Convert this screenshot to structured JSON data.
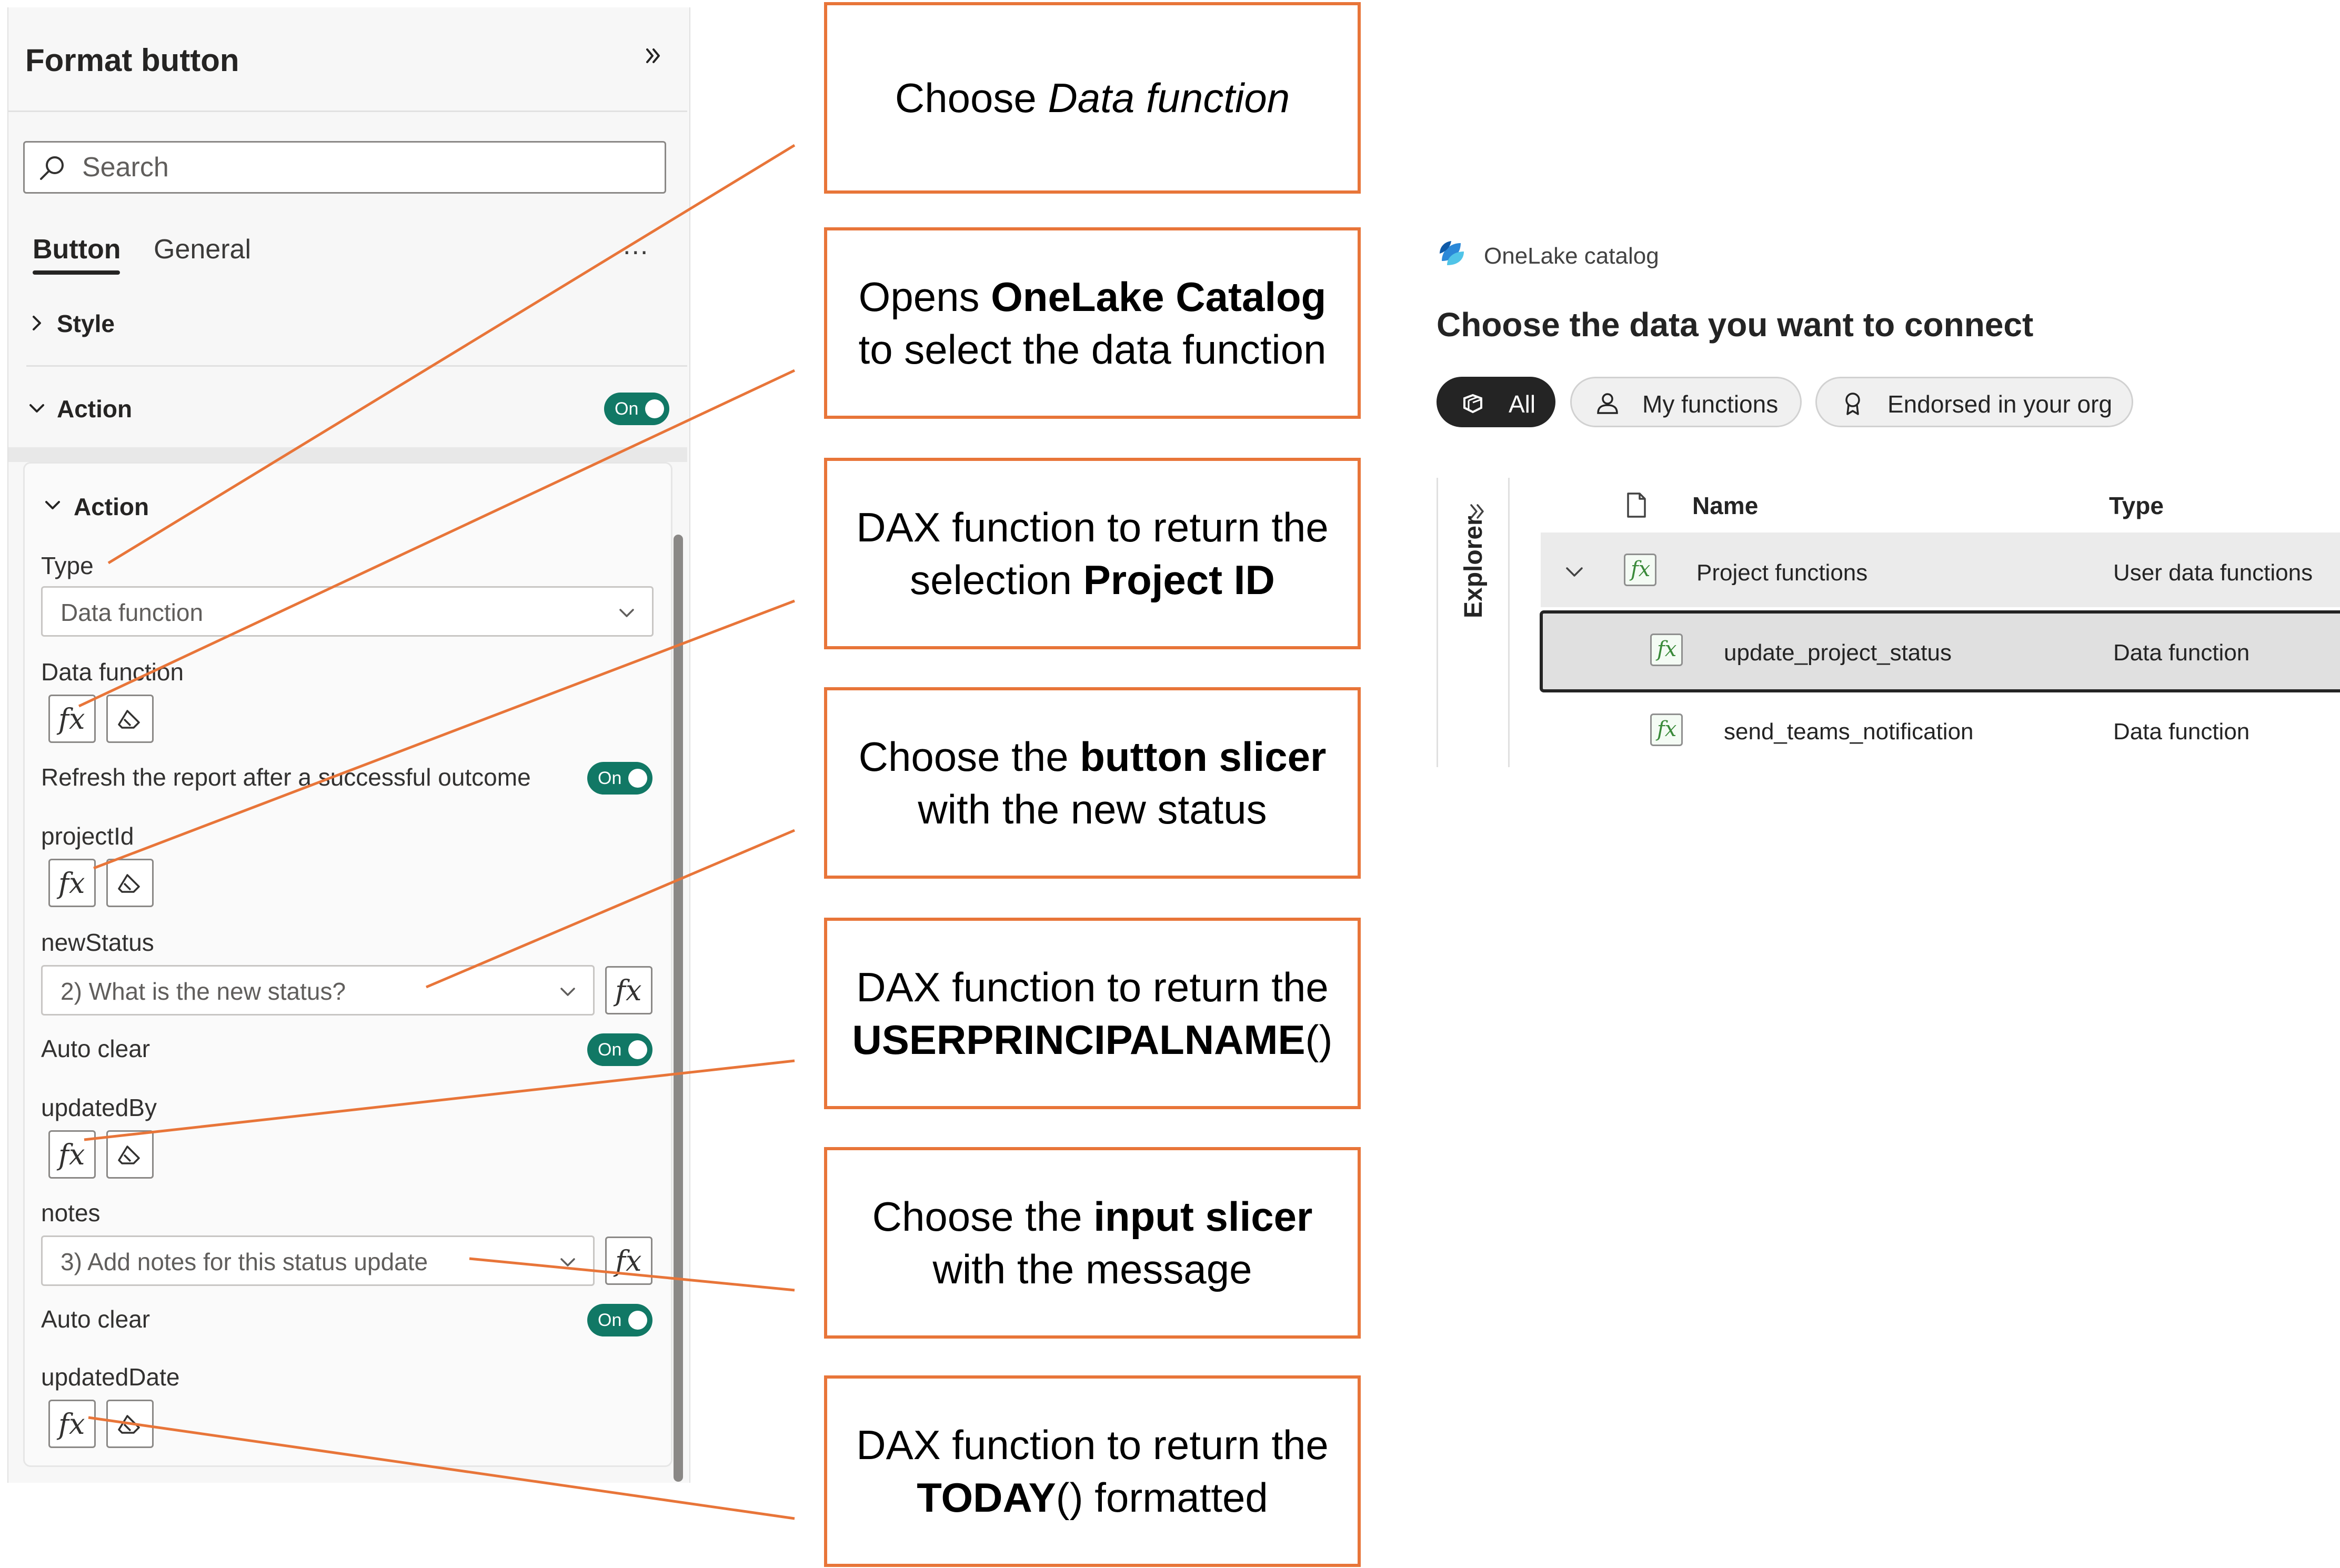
{
  "format_pane": {
    "title": "Format button",
    "search_placeholder": "Search",
    "tabs": [
      "Button",
      "General"
    ],
    "more_label": "...",
    "sections": {
      "style": "Style",
      "action": "Action"
    },
    "action_toggle": "On",
    "card": {
      "header": "Action",
      "type_label": "Type",
      "type_value": "Data function",
      "data_function_label": "Data function",
      "refresh_label": "Refresh the report after a successful outcome",
      "refresh_toggle": "On",
      "project_id_label": "projectId",
      "new_status_label": "newStatus",
      "new_status_value": "2) What is the new status?",
      "auto_clear_label": "Auto clear",
      "auto_clear_toggle_1": "On",
      "updated_by_label": "updatedBy",
      "notes_label": "notes",
      "notes_value": "3) Add notes for this status update",
      "auto_clear_toggle_2": "On",
      "updated_date_label": "updatedDate"
    },
    "fx_glyph": "fx"
  },
  "callouts": [
    {
      "pre": "Choose ",
      "bold": "",
      "italic": "Data function",
      "line2_pre": "",
      "line2_bold": "",
      "line2_post": ""
    },
    {
      "pre": "Opens ",
      "bold": "OneLake Catalog",
      "italic": "",
      "line2_pre": "to select the data function",
      "line2_bold": "",
      "line2_post": ""
    },
    {
      "pre": "DAX function to return the",
      "bold": "",
      "italic": "",
      "line2_pre": "selection ",
      "line2_bold": "Project ID",
      "line2_post": ""
    },
    {
      "pre": "Choose the ",
      "bold": "button slicer",
      "italic": "",
      "line2_pre": "with the new status",
      "line2_bold": "",
      "line2_post": ""
    },
    {
      "pre": "DAX function to return the",
      "bold": "",
      "italic": "",
      "line2_pre": "",
      "line2_bold": "USERPRINCIPALNAME",
      "line2_post": "()"
    },
    {
      "pre": "Choose the ",
      "bold": "input slicer",
      "italic": "",
      "line2_pre": "with the message",
      "line2_bold": "",
      "line2_post": ""
    },
    {
      "pre": "DAX function to return the",
      "bold": "",
      "italic": "",
      "line2_pre": "",
      "line2_bold": "TODAY",
      "line2_post": "() formatted"
    }
  ],
  "onelake": {
    "app_name": "OneLake catalog",
    "heading": "Choose the data you want to connect",
    "filters": [
      "All",
      "My functions",
      "Endorsed in your org"
    ],
    "explorer_label": "Explorer",
    "columns": [
      "Name",
      "Type"
    ],
    "rows": [
      {
        "name": "Project functions",
        "type": "User data functions"
      },
      {
        "name": "update_project_status",
        "type": "Data function"
      },
      {
        "name": "send_teams_notification",
        "type": "Data function"
      }
    ]
  },
  "colors": {
    "accent_orange": "#e87539",
    "toggle_green": "#117865",
    "fx_green": "#3a8a3a"
  }
}
